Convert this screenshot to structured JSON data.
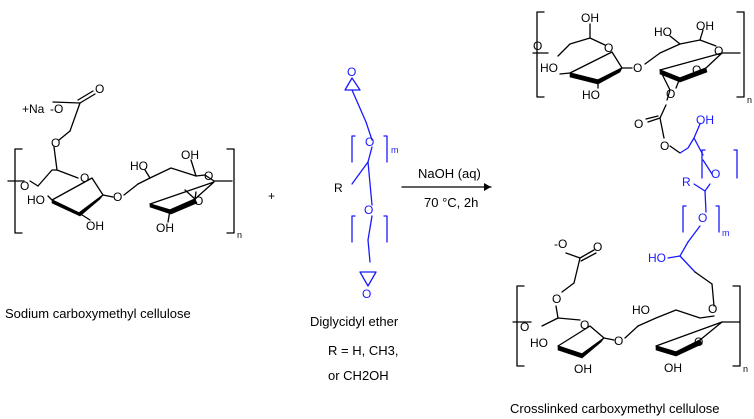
{
  "reactant1": {
    "name": "Sodium carboxymethyl cellulose",
    "cation": "+Na",
    "anion_o": "-O",
    "repeat": "n",
    "atoms": {
      "o": "O",
      "oh": "OH",
      "ho": "HO"
    }
  },
  "plus_sign": "+",
  "reactant2": {
    "name": "Diglycidyl ether",
    "repeat": "m",
    "r_group": "R",
    "r_options": [
      "R = H, CH3,",
      "or CH2OH"
    ]
  },
  "arrow": {
    "reagent": "NaOH (aq)",
    "conditions": "70 °C, 2h"
  },
  "product": {
    "name": "Crosslinked carboxymethyl cellulose",
    "repeat_top": "n",
    "repeat_mid": "m",
    "repeat_bottom": "n",
    "anion_o": "-O",
    "r_group": "R"
  },
  "colors": {
    "backbone": "#000000",
    "crosslinker": "#1a1aff"
  }
}
